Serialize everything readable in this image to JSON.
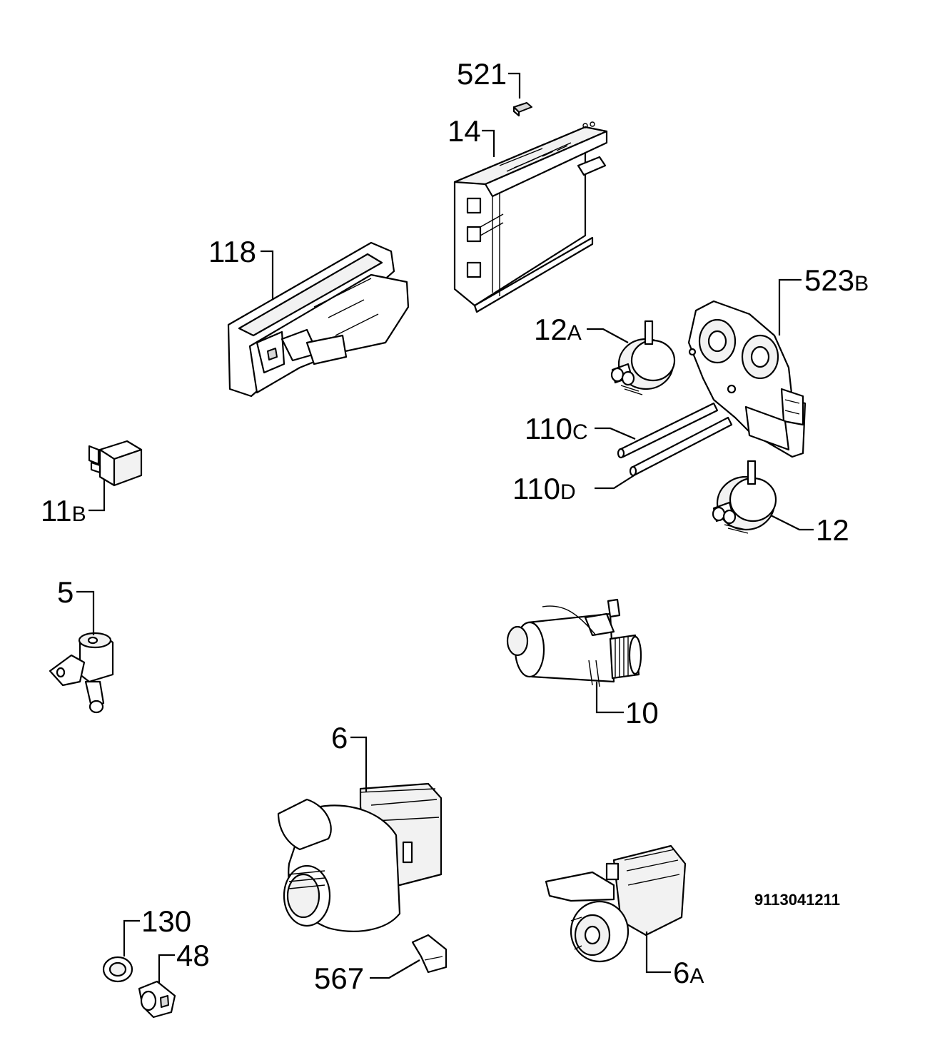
{
  "diagram": {
    "labels": {
      "l521": {
        "num": "521",
        "sfx": ""
      },
      "l14": {
        "num": "14",
        "sfx": ""
      },
      "l118": {
        "num": "118",
        "sfx": ""
      },
      "l523b": {
        "num": "523",
        "sfx": "B"
      },
      "l12a": {
        "num": "12",
        "sfx": "A"
      },
      "l110c": {
        "num": "110",
        "sfx": "C"
      },
      "l110d": {
        "num": "110",
        "sfx": "D"
      },
      "l12": {
        "num": "12",
        "sfx": ""
      },
      "l11b": {
        "num": "11",
        "sfx": "B"
      },
      "l5": {
        "num": "5",
        "sfx": ""
      },
      "l10": {
        "num": "10",
        "sfx": ""
      },
      "l6": {
        "num": "6",
        "sfx": ""
      },
      "l130": {
        "num": "130",
        "sfx": ""
      },
      "l48": {
        "num": "48",
        "sfx": ""
      },
      "l567": {
        "num": "567",
        "sfx": ""
      },
      "l6a": {
        "num": "6",
        "sfx": "A"
      }
    },
    "drawing_code": "9113041211"
  }
}
